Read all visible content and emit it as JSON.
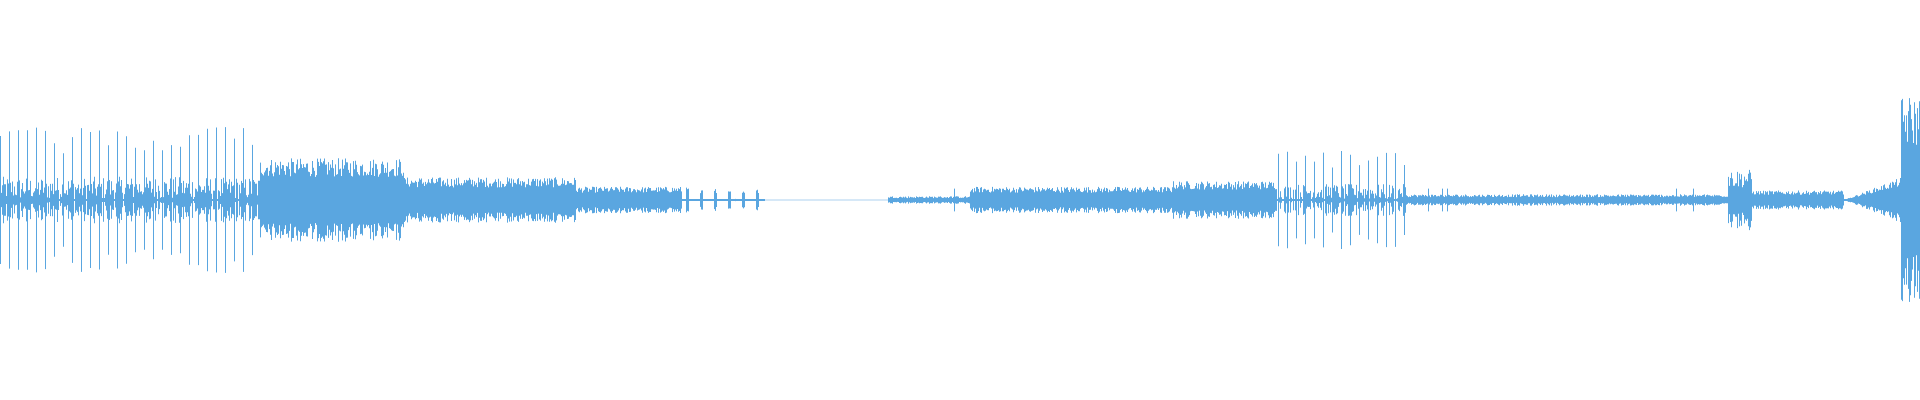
{
  "waveform": {
    "color": "#5aa6e0",
    "background": "#ffffff",
    "duration_fraction_segments": [
      {
        "start": 0.0,
        "end": 0.135,
        "level": 0.35,
        "density": "transient-peaks"
      },
      {
        "start": 0.135,
        "end": 0.21,
        "level": 0.22,
        "density": "dense"
      },
      {
        "start": 0.21,
        "end": 0.3,
        "level": 0.12,
        "density": "dense"
      },
      {
        "start": 0.3,
        "end": 0.355,
        "level": 0.07,
        "density": "dense"
      },
      {
        "start": 0.355,
        "end": 0.398,
        "level": 0.06,
        "density": "sparse-bursts"
      },
      {
        "start": 0.398,
        "end": 0.462,
        "level": 0.0,
        "density": "silence"
      },
      {
        "start": 0.462,
        "end": 0.505,
        "level": 0.02,
        "density": "very-quiet"
      },
      {
        "start": 0.505,
        "end": 0.61,
        "level": 0.07,
        "density": "dense"
      },
      {
        "start": 0.61,
        "end": 0.665,
        "level": 0.1,
        "density": "dense"
      },
      {
        "start": 0.665,
        "end": 0.732,
        "level": 0.24,
        "density": "transient-peaks"
      },
      {
        "start": 0.732,
        "end": 0.9,
        "level": 0.03,
        "density": "very-quiet"
      },
      {
        "start": 0.9,
        "end": 0.912,
        "level": 0.16,
        "density": "burst"
      },
      {
        "start": 0.912,
        "end": 0.96,
        "level": 0.05,
        "density": "dense"
      },
      {
        "start": 0.96,
        "end": 0.99,
        "level": 0.12,
        "density": "crescendo"
      },
      {
        "start": 0.99,
        "end": 1.0,
        "level": 0.55,
        "density": "crescendo-peak"
      }
    ]
  }
}
